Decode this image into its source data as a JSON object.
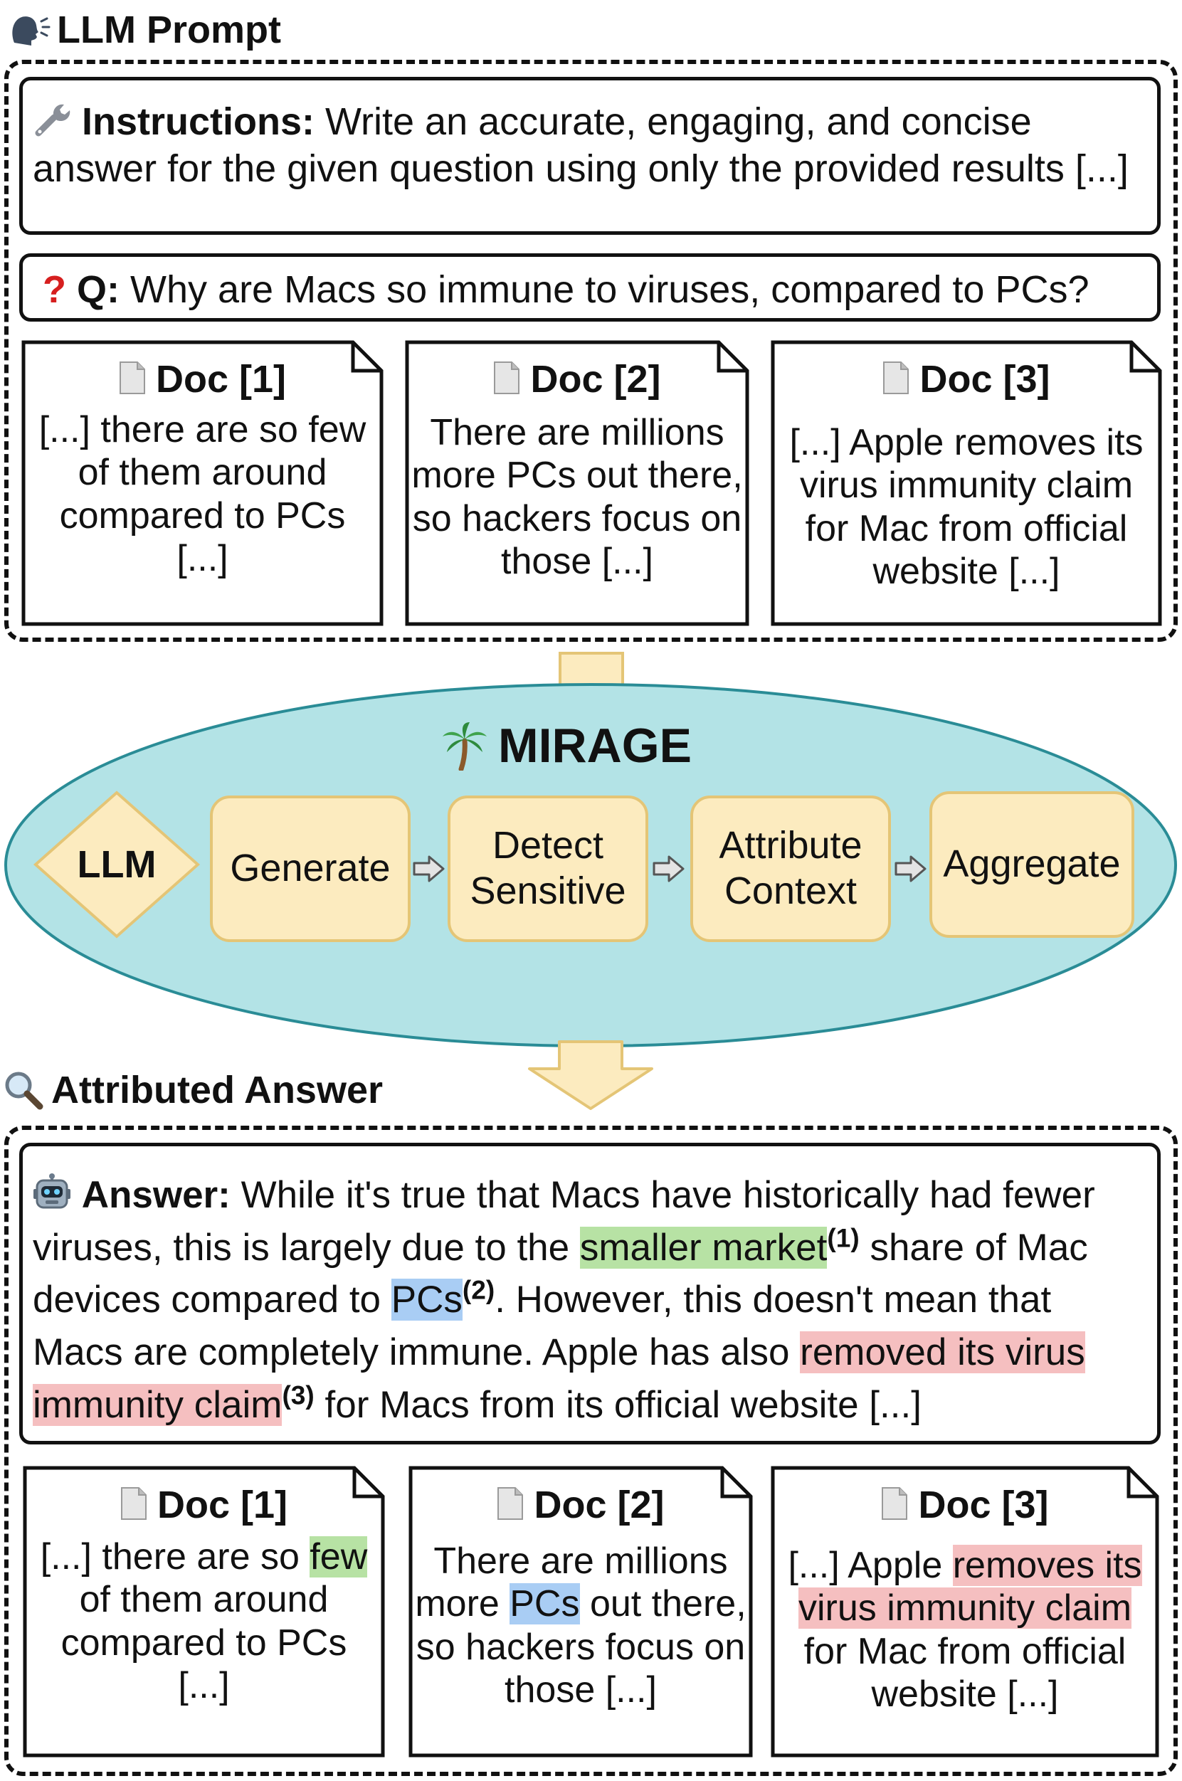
{
  "prompt": {
    "title": "LLM Prompt",
    "instructions": {
      "label": "Instructions:",
      "text": "Write an accurate, engaging, and concise answer for the given question using only the provided results [...]"
    },
    "question": {
      "label": "Q:",
      "text": "Why are Macs so immune to viruses, compared to PCs?"
    },
    "docs": [
      {
        "title": "Doc [1]",
        "text": "[...] there are so few of them around compared to PCs [...]"
      },
      {
        "title": "Doc [2]",
        "text": "There are millions more PCs out there, so hackers focus on those [...]"
      },
      {
        "title": "Doc [3]",
        "text": "[...] Apple removes its virus immunity claim for Mac from official website [...]"
      }
    ]
  },
  "mirage": {
    "title": "MIRAGE",
    "llm_label": "LLM",
    "steps": [
      "Generate",
      "Detect Sensitive",
      "Attribute Context",
      "Aggregate"
    ]
  },
  "answer": {
    "title": "Attributed Answer",
    "label": "Answer:",
    "parts": {
      "p1": "While it's true that Macs have historically had fewer viruses, this is largely due to the ",
      "h1": "smaller market",
      "c1": "(1)",
      "p2": " share of Mac devices compared to ",
      "h2": "PCs",
      "c2": "(2)",
      "p3": ". However, this doesn't mean that Macs are completely immune. Apple has also ",
      "h3": "removed its virus immunity claim",
      "c3": "(3)",
      "p4": " for Macs from its official website [...]"
    },
    "docs": [
      {
        "title": "Doc [1]",
        "pre": "[...] there are so ",
        "hl": "few",
        "post": " of them around compared to PCs [...]"
      },
      {
        "title": "Doc [2]",
        "pre": "There are millions more ",
        "hl": "PCs",
        "post": " out there, so hackers focus on those [...]"
      },
      {
        "title": "Doc [3]",
        "pre": "[...] Apple ",
        "hl": "removes its virus immunity claim",
        "post": " for Mac from official website [...]"
      }
    ]
  },
  "colors": {
    "ellipse_fill": "#b3e3e6",
    "ellipse_stroke": "#2a8c96",
    "step_fill": "#fcebbf",
    "step_stroke": "#e4c576",
    "highlight_doc1": "#b7e2a4",
    "highlight_doc2": "#a9cdf4",
    "highlight_doc3": "#f5bfc0",
    "question_mark": "#d61f1f"
  },
  "icons": {
    "prompt": "speaking-head-icon",
    "instructions": "wrench-icon",
    "question": "question-mark-icon",
    "doc": "document-icon",
    "mirage": "palm-tree-icon",
    "answer_section": "magnifier-icon",
    "answer": "robot-icon"
  }
}
